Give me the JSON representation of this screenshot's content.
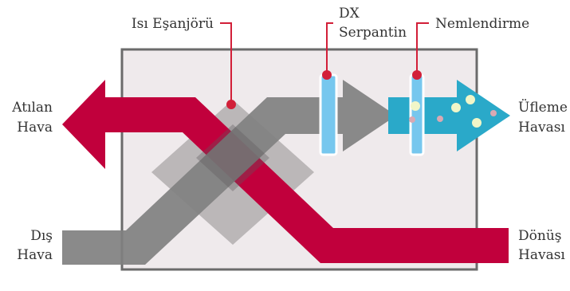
{
  "labels": {
    "heat_exchanger": "Isı Eşanjörü",
    "dx_line1": "DX",
    "dx_line2": "Serpantin",
    "humidification": "Nemlendirme",
    "exhaust_line1": "Atılan",
    "exhaust_line2": "Hava",
    "outdoor_line1": "Dış",
    "outdoor_line2": "Hava",
    "supply_line1": "Üfleme",
    "supply_line2": "Havası",
    "return_line1": "Dönüş",
    "return_line2": "Havası"
  },
  "colors": {
    "exhaust_air": "#c1003c",
    "fresh_air": "#808080",
    "supply_air": "#2aa9c9",
    "coil": "#76c7ee",
    "marker": "#d21f38",
    "heat_exchanger_tile": "#a9a6a7",
    "cabinet_fill": "#efeaec",
    "cabinet_border": "#6b6b6b"
  }
}
